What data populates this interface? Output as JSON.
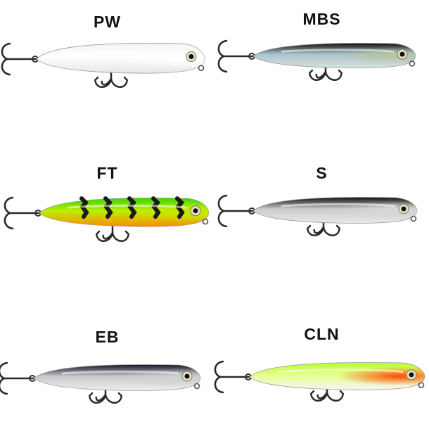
{
  "lures": [
    {
      "code": "PW",
      "colors": {
        "top": "#f4f4f4",
        "mid": "#ffffff",
        "belly": "#e6e6e6",
        "head": "#ffffff"
      }
    },
    {
      "code": "MBS",
      "colors": {
        "top": "#101010",
        "mid": "#a9c6cf",
        "belly": "#d8e0dc",
        "head": "#b8c5a0"
      }
    },
    {
      "code": "FT",
      "colors": {
        "top": "#3bd400",
        "mid": "#b9f000",
        "belly": "#ff8a00",
        "head": "#c9e800"
      }
    },
    {
      "code": "S",
      "colors": {
        "top": "#0f0f0f",
        "mid": "#c9cccc",
        "belly": "#e8e8e8",
        "head": "#d8d8d8"
      }
    },
    {
      "code": "EB",
      "colors": {
        "top": "#141428",
        "mid": "#c7c9cc",
        "belly": "#eeeeee",
        "head": "#d0d0d0"
      }
    },
    {
      "code": "CLN",
      "colors": {
        "top": "#b6ff2a",
        "mid": "#e6ff8a",
        "belly": "#f5f5f5",
        "head": "#ff4d00"
      }
    }
  ]
}
